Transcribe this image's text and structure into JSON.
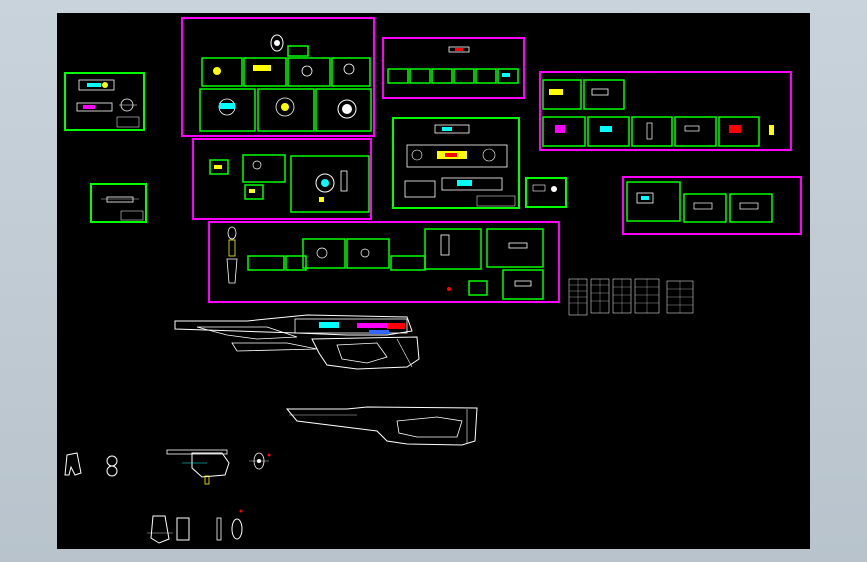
{
  "viewport": {
    "background": "#000000",
    "frame_color": "#ff00ff",
    "sheet_color": "#00ff00",
    "line_color": "#ffffff",
    "accent_colors": [
      "#00ffff",
      "#ffff00",
      "#ff0000",
      "#ff00ff",
      "#3366ff"
    ]
  },
  "groups": [
    {
      "name": "group-top-center",
      "sheets": 8
    },
    {
      "name": "group-top-right",
      "sheets": 6
    },
    {
      "name": "group-right",
      "sheets": 8
    },
    {
      "name": "group-middle-left",
      "sheets": 4
    },
    {
      "name": "group-bottom-center",
      "sheets": 8
    },
    {
      "name": "group-far-right",
      "sheets": 3
    }
  ],
  "tables": {
    "count": 5
  }
}
